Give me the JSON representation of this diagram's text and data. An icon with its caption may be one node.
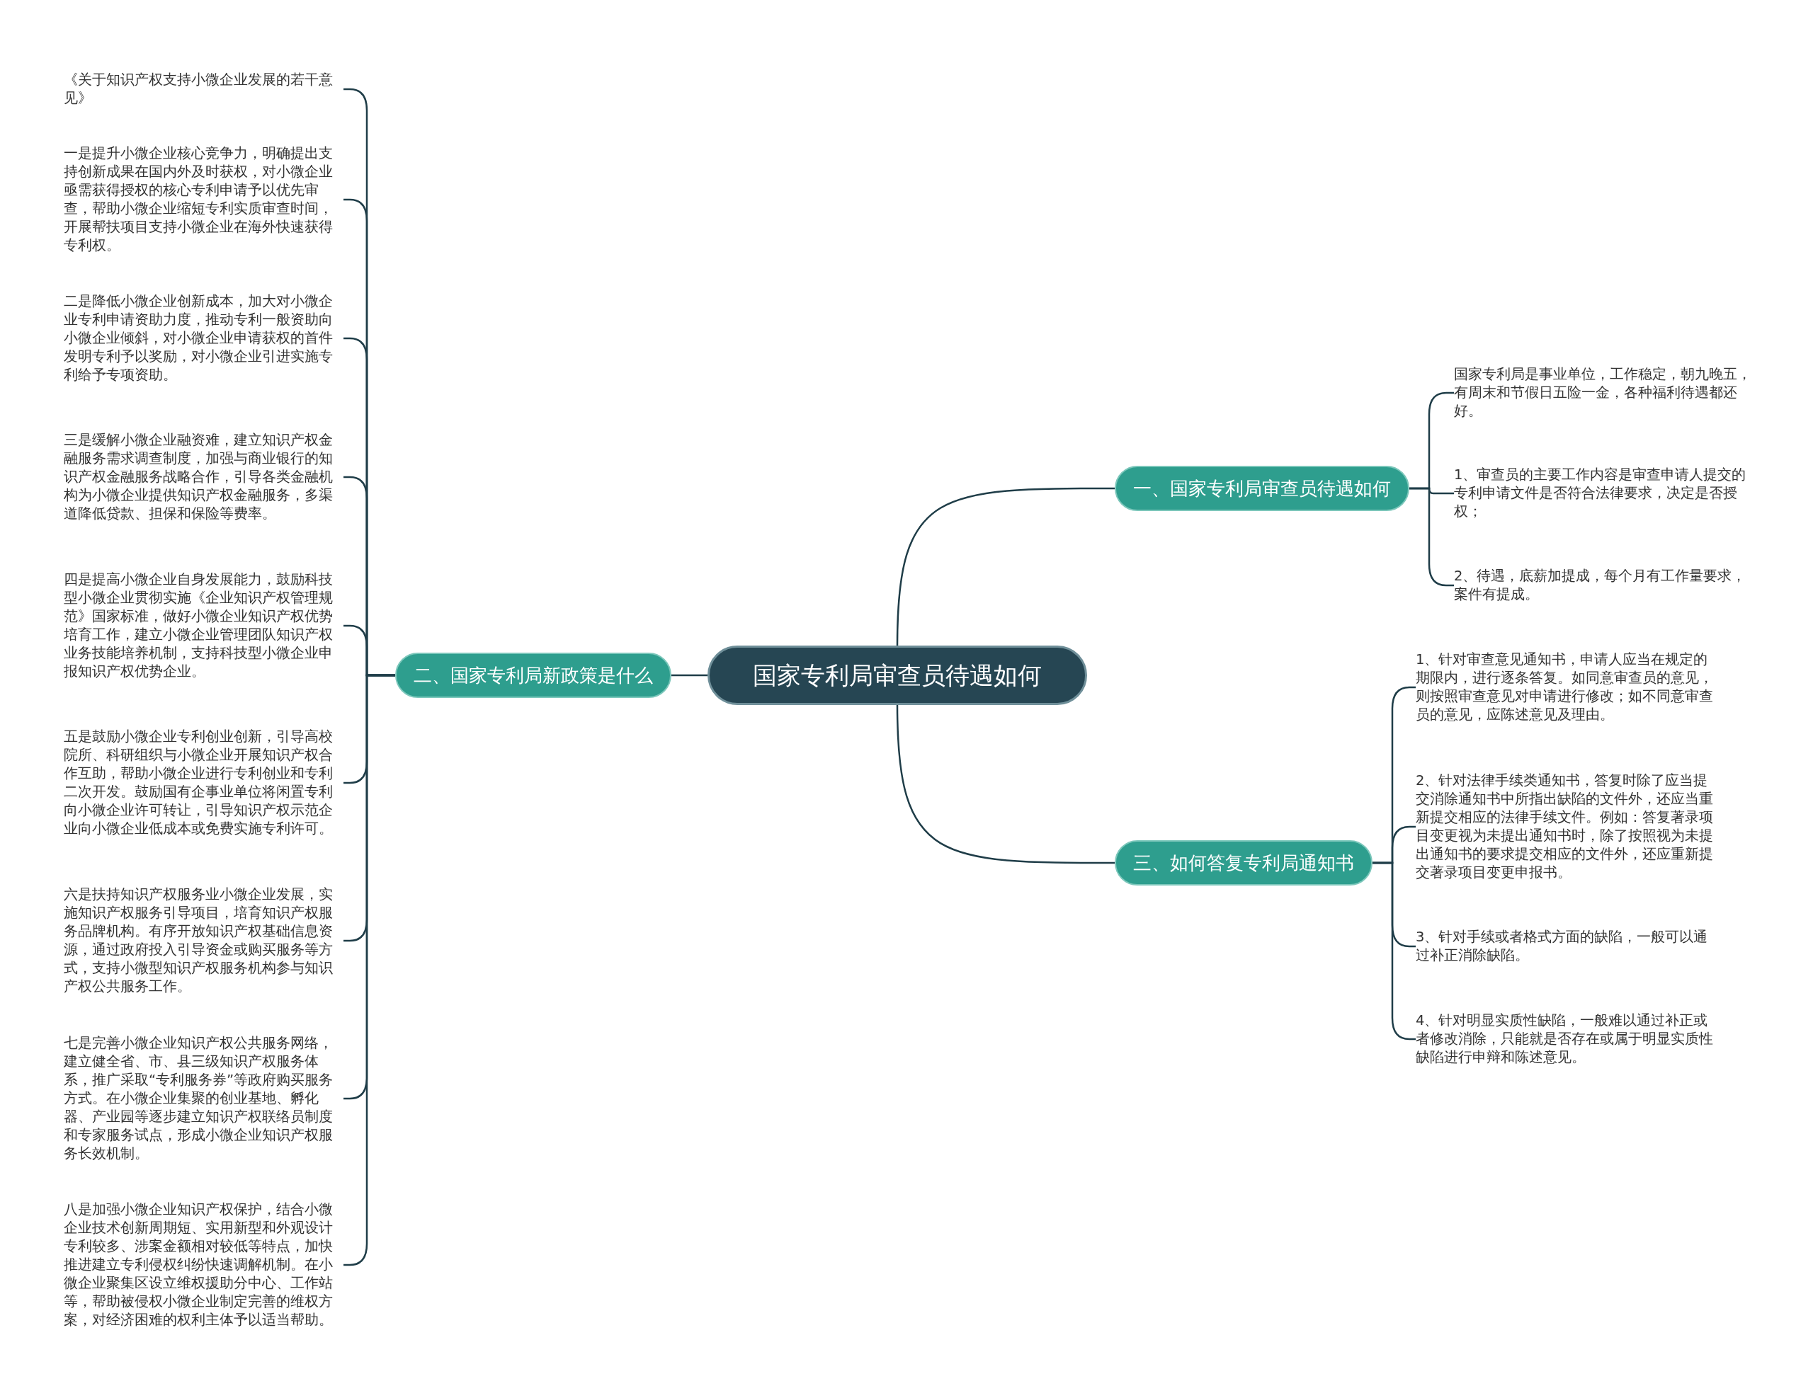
{
  "diagram": {
    "nodes": [
      {
        "text": [
          "国家专利局审查员待遇如何"
        ]
      },
      {
        "text": [
          "一、国家专利局审查员待遇如何"
        ]
      },
      {
        "text": [
          "国家专利局是事业单位，工作稳定，朝九晚五，有周末和节假日五险一金，各种福利待遇都还好。"
        ]
      },
      {
        "text": [
          "1、审查员的主要工作内容是审查申请人提交的专利申请文件是否符合法律要求，决定是否授权；"
        ]
      },
      {
        "text": [
          "2、待遇，底薪加提成，每个月有工作量要求，案件有提成。"
        ]
      },
      {
        "text": [
          "二、国家专利局新政策是什么"
        ]
      },
      {
        "text": [
          "《关于知识产权支持小微企业发展的若干意见》"
        ]
      },
      {
        "text": [
          "一是提升小微企业核心竞争力，明确提出支持创新成果在国内外及时获权，对小微企业亟需获得授权的核心专利申请予以优先审查，帮助小微企业缩短专利实质审查时间，开展帮扶项目支持小微企业在海外快速获得专利权。"
        ]
      },
      {
        "text": [
          "二是降低小微企业创新成本，加大对小微企业专利申请资助力度，推动专利一般资助向小微企业倾斜，对小微企业申请获权的首件发明专利予以奖励，对小微企业引进实施专利给予专项资助。"
        ]
      },
      {
        "text": [
          "三是缓解小微企业融资难，建立知识产权金融服务需求调查制度，加强与商业银行的知识产权金融服务战略合作，引导各类金融机构为小微企业提供知识产权金融服务，多渠道降低贷款、担保和保险等费率。"
        ]
      },
      {
        "text": [
          "四是提高小微企业自身发展能力，鼓励科技型小微企业贯彻实施《企业知识产权管理规范》国家标准，做好小微企业知识产权优势培育工作，建立小微企业管理团队知识产权业务技能培养机制，支持科技型小微企业申报知识产权优势企业。"
        ]
      },
      {
        "text": [
          "五是鼓励小微企业专利创业创新，引导高校院所、科研组织与小微企业开展知识产权合作互助，帮助小微企业进行专利创业和专利二次开发。鼓励国有企事业单位将闲置专利向小微企业许可转让，引导知识产权示范企业向小微企业低成本或免费实施专利许可。"
        ]
      },
      {
        "text": [
          "六是扶持知识产权服务业小微企业发展，实施知识产权服务引导项目，培育知识产权服务品牌机构。有序开放知识产权基础信息资源，通过政府投入引导资金或购买服务等方式，支持小微型知识产权服务机构参与知识产权公共服务工作。"
        ]
      },
      {
        "text": [
          "七是完善小微企业知识产权公共服务网络，建立健全省、市、县三级知识产权服务体系，推广采取“专利服务券”等政府购买服务方式。在小微企业集聚的创业基地、孵化器、产业园等逐步建立知识产权联络员制度和专家服务试点，形成小微企业知识产权服务长效机制。"
        ]
      },
      {
        "text": [
          "八是加强小微企业知识产权保护，结合小微企业技术创新周期短、实用新型和外观设计专利较多、涉案金额相对较低等特点，加快推进建立专利侵权纠纷快速调解机制。在小微企业聚集区设立维权援助分中心、工作站等，帮助被侵权小微企业制定完善的维权方案，对经济困难的权利主体予以适当帮助。"
        ]
      },
      {
        "text": [
          "三、如何答复专利局通知书"
        ]
      },
      {
        "text": [
          "1、针对审查意见通知书，申请人应当在规定的期限内，进行逐条答复。如同意审查员的意见，则按照审查意见对申请进行修改；如不同意审查员的意见，应陈述意见及理由。"
        ]
      },
      {
        "text": [
          "2、针对法律手续类通知书，答复时除了应当提交消除通知书中所指出缺陷的文件外，还应当重新提交相应的法律手续文件。例如：答复著录项目变更视为未提出通知书时，除了按照视为未提出通知书的要求提交相应的文件外，还应重新提交著录项目变更申报书。"
        ]
      },
      {
        "text": [
          "3、针对手续或者格式方面的缺陷，一般可以通过补正消除缺陷。"
        ]
      },
      {
        "text": [
          "4、针对明显实质性缺陷，一般难以通过补正或者修改消除，只能就是否存在或属于明显实质性缺陷进行申辩和陈述意见。"
        ]
      }
    ],
    "edges": [
      {
        "from": 0,
        "to": 1,
        "arrow": "none"
      },
      {
        "from": 1,
        "to": 2,
        "arrow": "none"
      },
      {
        "from": 1,
        "to": 3,
        "arrow": "none"
      },
      {
        "from": 1,
        "to": 4,
        "arrow": "none"
      },
      {
        "from": 0,
        "to": 5,
        "arrow": "none"
      },
      {
        "from": 5,
        "to": 6,
        "arrow": "none"
      },
      {
        "from": 5,
        "to": 7,
        "arrow": "none"
      },
      {
        "from": 5,
        "to": 8,
        "arrow": "none"
      },
      {
        "from": 5,
        "to": 9,
        "arrow": "none"
      },
      {
        "from": 5,
        "to": 10,
        "arrow": "none"
      },
      {
        "from": 5,
        "to": 11,
        "arrow": "none"
      },
      {
        "from": 5,
        "to": 12,
        "arrow": "none"
      },
      {
        "from": 5,
        "to": 13,
        "arrow": "none"
      },
      {
        "from": 5,
        "to": 14,
        "arrow": "none"
      },
      {
        "from": 0,
        "to": 15,
        "arrow": "none"
      },
      {
        "from": 15,
        "to": 16,
        "arrow": "none"
      },
      {
        "from": 15,
        "to": 17,
        "arrow": "none"
      },
      {
        "from": 15,
        "to": 18,
        "arrow": "none"
      },
      {
        "from": 15,
        "to": 19,
        "arrow": "none"
      }
    ]
  }
}
